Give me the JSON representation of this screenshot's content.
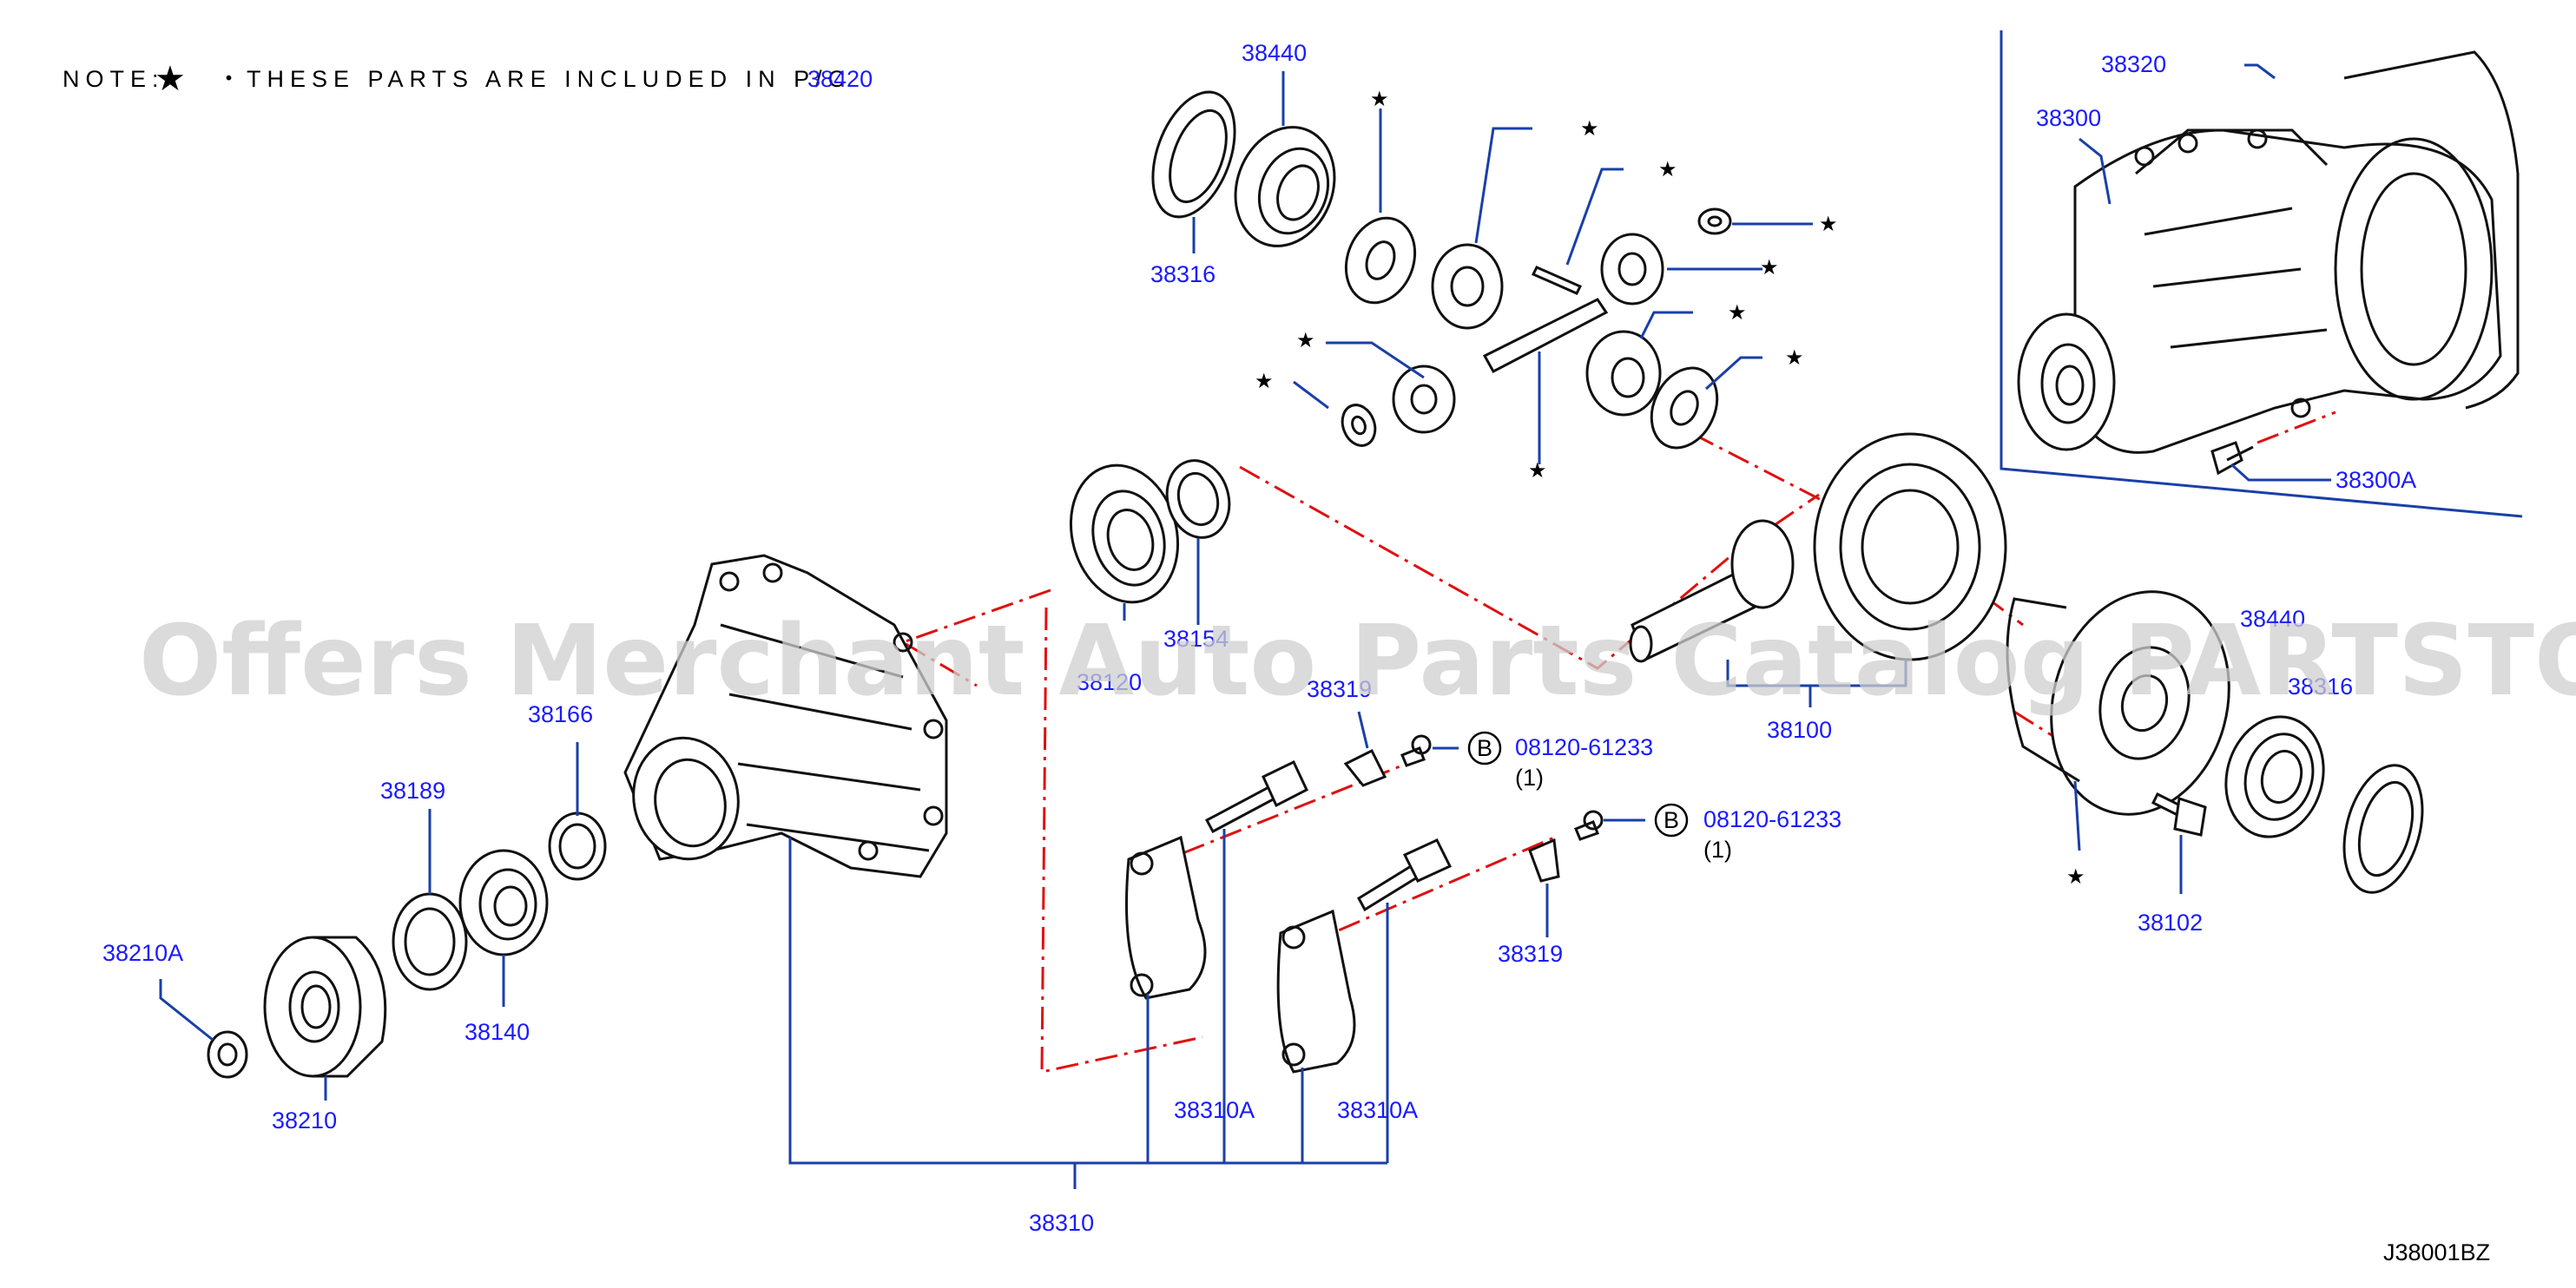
{
  "note": {
    "prefix": "NOTE:",
    "star_symbol": "★",
    "text": "・THESE PARTS ARE INCLUDED IN P/C",
    "part_ref": "38420"
  },
  "watermark": "Offers Merchant Auto Parts Catalog PARTSTORE.SA",
  "diagram_id": "J38001BZ",
  "star": "★",
  "labels": {
    "p38440_top": "38440",
    "p38316_top": "38316",
    "p38320": "38320",
    "p38300": "38300",
    "p38300A": "38300A",
    "p38120": "38120",
    "p38154": "38154",
    "p38166": "38166",
    "p38189": "38189",
    "p38140": "38140",
    "p38210A": "38210A",
    "p38210": "38210",
    "p38319_top": "38319",
    "p38319_bottom": "38319",
    "p38310A_left": "38310A",
    "p38310A_right": "38310A",
    "p38310": "38310",
    "p38100": "38100",
    "p38102": "38102",
    "p38440_right": "38440",
    "p38316_right": "38316",
    "bolt1": "08120-61233",
    "bolt1_qty": "(1)",
    "bolt2": "08120-61233",
    "bolt2_qty": "(1)",
    "bolt_marker": "B"
  }
}
